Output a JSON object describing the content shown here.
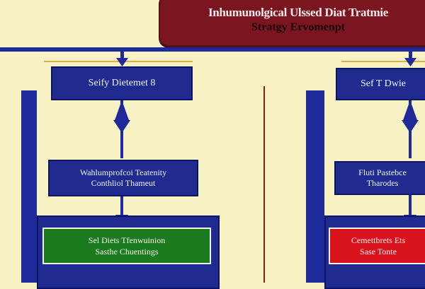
{
  "title": {
    "line1": "Inhumunolgical Ulssed Diat Tratmie",
    "line2": "Stratgy Ervomenpt"
  },
  "left_branch": {
    "node1": "Seify Dietemet 8",
    "node2_line1": "Wahlumprofcoi Teatenity",
    "node2_line2": "Conthliol Thameut",
    "result_line1": "Sel Diets Tfenwuinion",
    "result_line2": "Sasthe Chuentings"
  },
  "right_branch": {
    "node1": "Sef T Dwie",
    "node2_line1": "Fluti Pastebce",
    "node2_line2": "Tharodes",
    "result_line1": "Cemettbrets Ets",
    "result_line2": "Sase Tonte"
  },
  "colors": {
    "background": "#f7f1c4",
    "title_fill": "#7b1620",
    "node_fill": "#1f2b8f",
    "left_result": "#1c7a1f",
    "right_result": "#d9131b"
  }
}
